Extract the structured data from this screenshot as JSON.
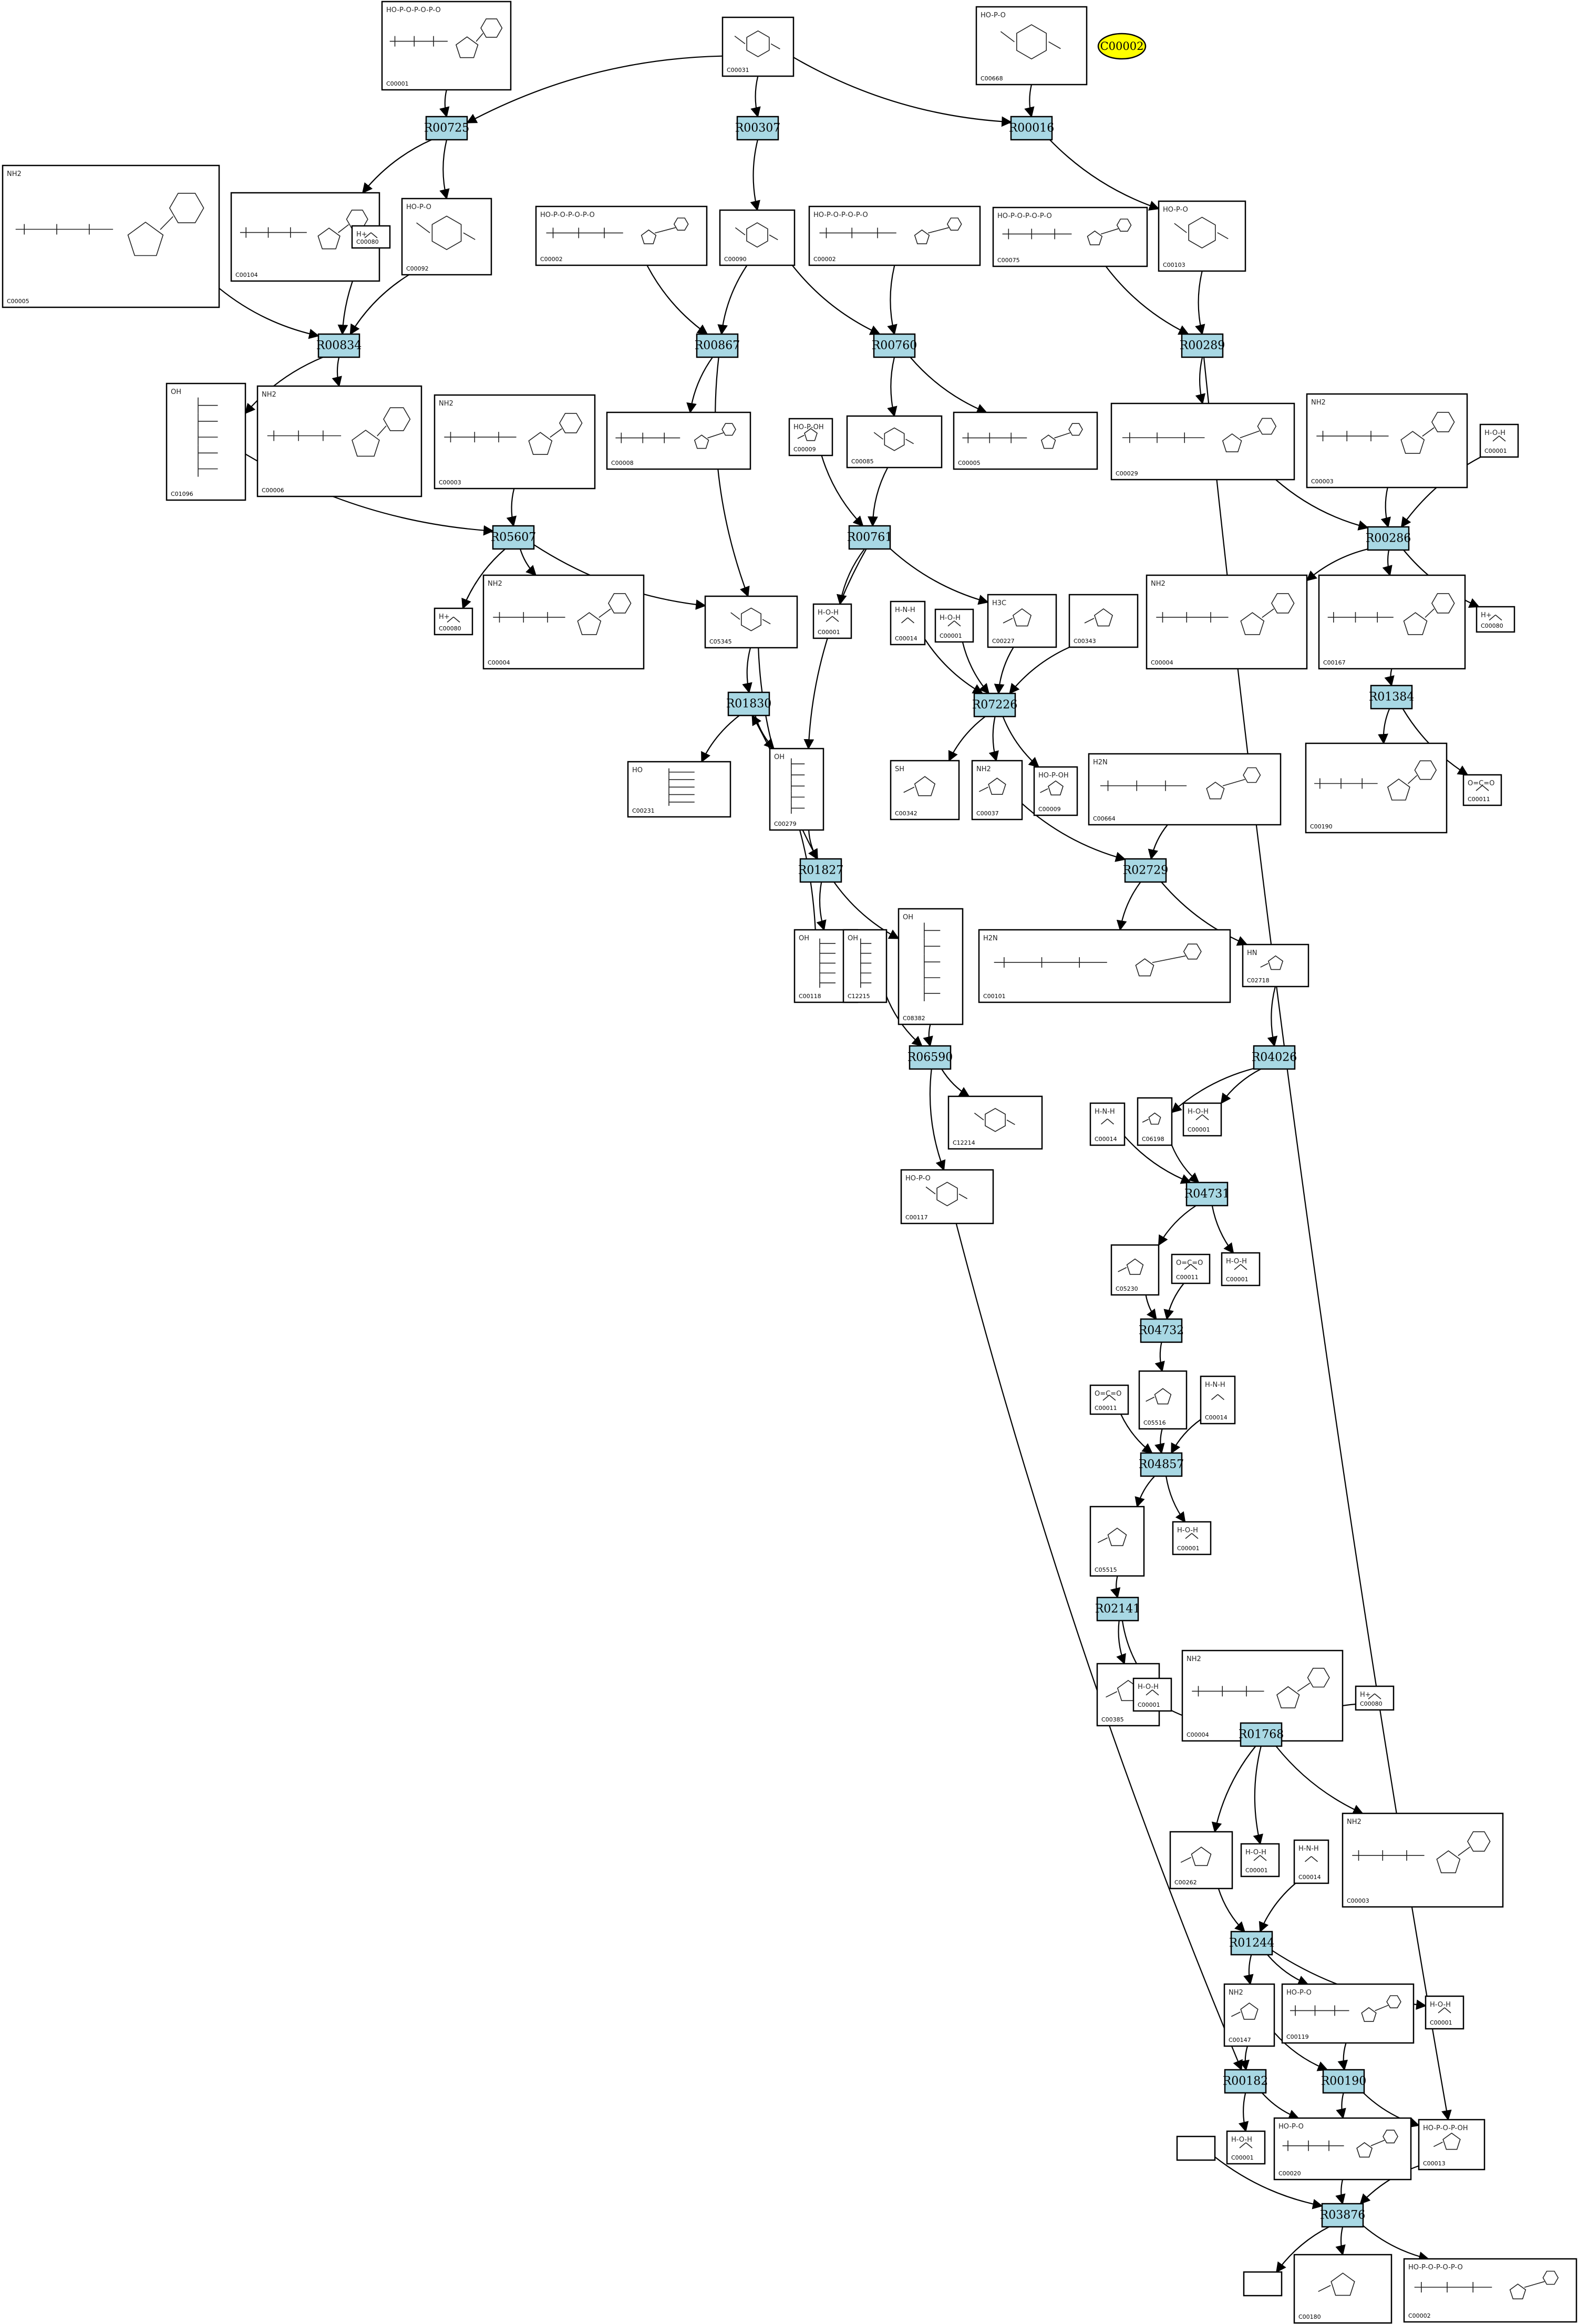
{
  "highlight": {
    "label": "C00002"
  },
  "reactions": [
    {
      "id": "R00725"
    },
    {
      "id": "R00307"
    },
    {
      "id": "R00016"
    },
    {
      "id": "R00834"
    },
    {
      "id": "R00867"
    },
    {
      "id": "R00760"
    },
    {
      "id": "R00289"
    },
    {
      "id": "R05607"
    },
    {
      "id": "R00761"
    },
    {
      "id": "R00286"
    },
    {
      "id": "R01830"
    },
    {
      "id": "R07226"
    },
    {
      "id": "R01384"
    },
    {
      "id": "R01827"
    },
    {
      "id": "R02729"
    },
    {
      "id": "R06590"
    },
    {
      "id": "R04026"
    },
    {
      "id": "R04731"
    },
    {
      "id": "R04732"
    },
    {
      "id": "R04857"
    },
    {
      "id": "R02141"
    },
    {
      "id": "R01768"
    },
    {
      "id": "R01244"
    },
    {
      "id": "R00182"
    },
    {
      "id": "R00190"
    },
    {
      "id": "R03876"
    }
  ],
  "compounds": [
    {
      "id": "C00001a",
      "label": "C00001",
      "mol": "HO-P-O-P-O-P-O",
      "kind": "nuc"
    },
    {
      "id": "C00031",
      "label": "C00031",
      "mol": "",
      "kind": "sugar"
    },
    {
      "id": "C00668",
      "label": "C00668",
      "mol": "HO-P-O",
      "kind": "sugar"
    },
    {
      "id": "C00005",
      "label": "C00005",
      "mol": "NH2",
      "kind": "big"
    },
    {
      "id": "C00104",
      "label": "C00104",
      "mol": "",
      "kind": "nuc"
    },
    {
      "id": "C00080a",
      "label": "C00080",
      "mol": "H+",
      "kind": "tiny"
    },
    {
      "id": "C00092",
      "label": "C00092",
      "mol": "HO-P-O",
      "kind": "sugar"
    },
    {
      "id": "C00002a",
      "label": "C00002",
      "mol": "HO-P-O-P-O-P-O",
      "kind": "nuc"
    },
    {
      "id": "C00090",
      "label": "C00090",
      "mol": "",
      "kind": "sugar"
    },
    {
      "id": "C00002b",
      "label": "C00002",
      "mol": "HO-P-O-P-O-P-O",
      "kind": "nuc"
    },
    {
      "id": "C00075",
      "label": "C00075",
      "mol": "HO-P-O-P-O-P-O",
      "kind": "nuc"
    },
    {
      "id": "C00103",
      "label": "C00103",
      "mol": "HO-P-O",
      "kind": "sugar"
    },
    {
      "id": "C01096",
      "label": "C01096",
      "mol": "OH",
      "kind": "chain"
    },
    {
      "id": "C00006",
      "label": "C00006",
      "mol": "NH2",
      "kind": "nuc"
    },
    {
      "id": "C00003a",
      "label": "C00003",
      "mol": "NH2",
      "kind": "nuc"
    },
    {
      "id": "C00008",
      "label": "C00008",
      "mol": "",
      "kind": "nuc"
    },
    {
      "id": "C00009a",
      "label": "C00009",
      "mol": "HO-P-OH",
      "kind": "small"
    },
    {
      "id": "C00085",
      "label": "C00085",
      "mol": "",
      "kind": "sugar"
    },
    {
      "id": "C00005b",
      "label": "C00005",
      "mol": "",
      "kind": "nuc"
    },
    {
      "id": "C00029",
      "label": "C00029",
      "mol": "",
      "kind": "nuc"
    },
    {
      "id": "C00003b",
      "label": "C00003",
      "mol": "NH2",
      "kind": "nuc"
    },
    {
      "id": "C00001b",
      "label": "C00001",
      "mol": "H-O-H",
      "kind": "tiny"
    },
    {
      "id": "C00080b",
      "label": "C00080",
      "mol": "H+",
      "kind": "tiny"
    },
    {
      "id": "C00004a",
      "label": "C00004",
      "mol": "NH2",
      "kind": "nuc"
    },
    {
      "id": "C05345",
      "label": "C05345",
      "mol": "",
      "kind": "sugar"
    },
    {
      "id": "C00001c",
      "label": "C00001",
      "mol": "H-O-H",
      "kind": "tiny"
    },
    {
      "id": "C00014a",
      "label": "C00014",
      "mol": "H-N-H",
      "kind": "tiny"
    },
    {
      "id": "C00001d",
      "label": "C00001",
      "mol": "H-O-H",
      "kind": "tiny"
    },
    {
      "id": "C00227",
      "label": "C00227",
      "mol": "H3C",
      "kind": "small"
    },
    {
      "id": "C00343",
      "label": "C00343",
      "mol": "",
      "kind": "small"
    },
    {
      "id": "C00004b",
      "label": "C00004",
      "mol": "NH2",
      "kind": "nuc"
    },
    {
      "id": "C00167",
      "label": "C00167",
      "mol": "",
      "kind": "nuc"
    },
    {
      "id": "C00080c",
      "label": "C00080",
      "mol": "H+",
      "kind": "tiny"
    },
    {
      "id": "C00231",
      "label": "C00231",
      "mol": "HO",
      "kind": "chain"
    },
    {
      "id": "C00279",
      "label": "C00279",
      "mol": "OH",
      "kind": "chain"
    },
    {
      "id": "C00342",
      "label": "C00342",
      "mol": "SH",
      "kind": "small"
    },
    {
      "id": "C00037",
      "label": "C00037",
      "mol": "NH2",
      "kind": "small"
    },
    {
      "id": "C00009b",
      "label": "C00009",
      "mol": "HO-P-OH",
      "kind": "small"
    },
    {
      "id": "C00664",
      "label": "C00664",
      "mol": "H2N",
      "kind": "big"
    },
    {
      "id": "C00190",
      "label": "C00190",
      "mol": "",
      "kind": "nuc"
    },
    {
      "id": "C00011a",
      "label": "C00011",
      "mol": "O=C=O",
      "kind": "tiny"
    },
    {
      "id": "C00118",
      "label": "C00118",
      "mol": "OH",
      "kind": "chain"
    },
    {
      "id": "C12215",
      "label": "C12215",
      "mol": "OH",
      "kind": "chain"
    },
    {
      "id": "C08382",
      "label": "C08382",
      "mol": "OH",
      "kind": "chain"
    },
    {
      "id": "C00101",
      "label": "C00101",
      "mol": "H2N",
      "kind": "big"
    },
    {
      "id": "C02718",
      "label": "C02718",
      "mol": "HN",
      "kind": "small"
    },
    {
      "id": "C12214",
      "label": "C12214",
      "mol": "",
      "kind": "sugar"
    },
    {
      "id": "C00117",
      "label": "C00117",
      "mol": "HO-P-O",
      "kind": "sugar"
    },
    {
      "id": "C00014b",
      "label": "C00014",
      "mol": "H-N-H",
      "kind": "tiny"
    },
    {
      "id": "C06198",
      "label": "C06198",
      "mol": "",
      "kind": "small"
    },
    {
      "id": "C00001e",
      "label": "C00001",
      "mol": "H-O-H",
      "kind": "tiny"
    },
    {
      "id": "C05230",
      "label": "C05230",
      "mol": "",
      "kind": "small"
    },
    {
      "id": "C00011b",
      "label": "C00011",
      "mol": "O=C=O",
      "kind": "tiny"
    },
    {
      "id": "C00001f",
      "label": "C00001",
      "mol": "H-O-H",
      "kind": "tiny"
    },
    {
      "id": "C00011c",
      "label": "C00011",
      "mol": "O=C=O",
      "kind": "tiny"
    },
    {
      "id": "C05516",
      "label": "C05516",
      "mol": "",
      "kind": "small"
    },
    {
      "id": "C00014c",
      "label": "C00014",
      "mol": "H-N-H",
      "kind": "tiny"
    },
    {
      "id": "C00001g",
      "label": "C00001",
      "mol": "H-O-H",
      "kind": "tiny"
    },
    {
      "id": "C05515",
      "label": "C05515",
      "mol": "",
      "kind": "small"
    },
    {
      "id": "C00385",
      "label": "C00385",
      "mol": "",
      "kind": "small"
    },
    {
      "id": "C00001h",
      "label": "C00001",
      "mol": "H-O-H",
      "kind": "tiny"
    },
    {
      "id": "C00004c",
      "label": "C00004",
      "mol": "NH2",
      "kind": "nuc"
    },
    {
      "id": "C00080d",
      "label": "C00080",
      "mol": "H+",
      "kind": "tiny"
    },
    {
      "id": "C00262",
      "label": "C00262",
      "mol": "",
      "kind": "small"
    },
    {
      "id": "C00001i",
      "label": "C00001",
      "mol": "H-O-H",
      "kind": "tiny"
    },
    {
      "id": "C00014d",
      "label": "C00014",
      "mol": "H-N-H",
      "kind": "tiny"
    },
    {
      "id": "C00003c",
      "label": "C00003",
      "mol": "NH2",
      "kind": "nuc"
    },
    {
      "id": "C00147",
      "label": "C00147",
      "mol": "NH2",
      "kind": "small"
    },
    {
      "id": "C00119",
      "label": "C00119",
      "mol": "HO-P-O",
      "kind": "nuc"
    },
    {
      "id": "C00001j",
      "label": "C00001",
      "mol": "H-O-H",
      "kind": "tiny"
    },
    {
      "id": "C00001k",
      "label": "C00001",
      "mol": "H-O-H",
      "kind": "tiny"
    },
    {
      "id": "C00020",
      "label": "C00020",
      "mol": "HO-P-O",
      "kind": "nuc"
    },
    {
      "id": "C00013",
      "label": "C00013",
      "mol": "HO-P-O-P-OH",
      "kind": "small"
    },
    {
      "id": "CEMPTY1",
      "label": "",
      "mol": "",
      "kind": "empty"
    },
    {
      "id": "CEMPTY2",
      "label": "",
      "mol": "",
      "kind": "empty"
    },
    {
      "id": "C00180",
      "label": "C00180",
      "mol": "",
      "kind": "small"
    },
    {
      "id": "C00002c",
      "label": "C00002",
      "mol": "HO-P-O-P-O-P-O",
      "kind": "nuc"
    }
  ],
  "edges": [
    [
      "C00031",
      "R00725"
    ],
    [
      "C00031",
      "R00307"
    ],
    [
      "C00031",
      "R00016"
    ],
    [
      "C00001a",
      "R00725"
    ],
    [
      "C00668",
      "R00016"
    ],
    [
      "R00725",
      "C00104"
    ],
    [
      "R00725",
      "C00092"
    ],
    [
      "R00016",
      "C00103"
    ],
    [
      "R00307",
      "C00090"
    ],
    [
      "C00005",
      "R00834"
    ],
    [
      "C00080a",
      "R00834"
    ],
    [
      "C00092",
      "R00834"
    ],
    [
      "C00002a",
      "R00867"
    ],
    [
      "C00090",
      "R00867"
    ],
    [
      "C00090",
      "R00760"
    ],
    [
      "C00002b",
      "R00760"
    ],
    [
      "C00075",
      "R00289"
    ],
    [
      "C00103",
      "R00289"
    ],
    [
      "R00834",
      "C01096"
    ],
    [
      "R00834",
      "C00006"
    ],
    [
      "R00867",
      "C00008"
    ],
    [
      "R00867",
      "C05345"
    ],
    [
      "R00760",
      "C00085"
    ],
    [
      "R00760",
      "C00005b"
    ],
    [
      "R00289",
      "C00029"
    ],
    [
      "R00289",
      "C00013"
    ],
    [
      "C01096",
      "R05607"
    ],
    [
      "C00003a",
      "R05607"
    ],
    [
      "R05607",
      "C00080b"
    ],
    [
      "R05607",
      "C00004a"
    ],
    [
      "R05607",
      "C05345"
    ],
    [
      "C00009a",
      "R00761"
    ],
    [
      "C00085",
      "R00761"
    ],
    [
      "R00761",
      "C00001c"
    ],
    [
      "R00761",
      "C00227"
    ],
    [
      "R00761",
      "C00279"
    ],
    [
      "C00029",
      "R00286"
    ],
    [
      "C00003b",
      "R00286"
    ],
    [
      "C00001b",
      "R00286"
    ],
    [
      "R00286",
      "C00004b"
    ],
    [
      "R00286",
      "C00167"
    ],
    [
      "R00286",
      "C00080c"
    ],
    [
      "C05345",
      "R01830"
    ],
    [
      "R01830",
      "C00231"
    ],
    [
      "R01830",
      "C00279"
    ],
    [
      "C00014a",
      "R07226"
    ],
    [
      "C00001d",
      "R07226"
    ],
    [
      "C00227",
      "R07226"
    ],
    [
      "C00343",
      "R07226"
    ],
    [
      "R07226",
      "C00342"
    ],
    [
      "R07226",
      "C00037"
    ],
    [
      "R07226",
      "C00009b"
    ],
    [
      "C00167",
      "R01384"
    ],
    [
      "R01384",
      "C00190"
    ],
    [
      "R01384",
      "C00011a"
    ],
    [
      "C00279",
      "R01827"
    ],
    [
      "C05345",
      "R01827"
    ],
    [
      "R01827",
      "C00118"
    ],
    [
      "R01827",
      "C08382"
    ],
    [
      "C00118",
      "R01830"
    ],
    [
      "C00037",
      "R02729"
    ],
    [
      "C00664",
      "R02729"
    ],
    [
      "R02729",
      "C00101"
    ],
    [
      "R02729",
      "C02718"
    ],
    [
      "C12215",
      "R06590"
    ],
    [
      "C08382",
      "R06590"
    ],
    [
      "R06590",
      "C12214"
    ],
    [
      "R06590",
      "C00117"
    ],
    [
      "C02718",
      "R04026"
    ],
    [
      "R04026",
      "C06198"
    ],
    [
      "R04026",
      "C00001e"
    ],
    [
      "C00014b",
      "R04731"
    ],
    [
      "C06198",
      "R04731"
    ],
    [
      "R04731",
      "C05230"
    ],
    [
      "R04731",
      "C00001f"
    ],
    [
      "C05230",
      "R04732"
    ],
    [
      "C00011b",
      "R04732"
    ],
    [
      "R04732",
      "C05516"
    ],
    [
      "C00011c",
      "R04857"
    ],
    [
      "C05516",
      "R04857"
    ],
    [
      "C00014c",
      "R04857"
    ],
    [
      "R04857",
      "C05515"
    ],
    [
      "R04857",
      "C00001g"
    ],
    [
      "C05515",
      "R02141"
    ],
    [
      "R02141",
      "C00385"
    ],
    [
      "R02141",
      "C00001h"
    ],
    [
      "C00385",
      "R01768"
    ],
    [
      "C00004c",
      "R01768"
    ],
    [
      "C00080d",
      "R01768"
    ],
    [
      "R01768",
      "C00262"
    ],
    [
      "R01768",
      "C00001i"
    ],
    [
      "R01768",
      "C00003c"
    ],
    [
      "C00262",
      "R01244"
    ],
    [
      "C00014d",
      "R01244"
    ],
    [
      "R01244",
      "C00147"
    ],
    [
      "R01244",
      "C00001j"
    ],
    [
      "R01244",
      "C00119"
    ],
    [
      "C00147",
      "R00182"
    ],
    [
      "C00117",
      "R00182"
    ],
    [
      "C00147",
      "R00190"
    ],
    [
      "C00119",
      "R00190"
    ],
    [
      "R00182",
      "C00001k"
    ],
    [
      "R00182",
      "C00020"
    ],
    [
      "R00190",
      "C00020"
    ],
    [
      "R00190",
      "C00013"
    ],
    [
      "C00020",
      "R03876"
    ],
    [
      "C00013",
      "R03876"
    ],
    [
      "CEMPTY1",
      "R03876"
    ],
    [
      "R03876",
      "CEMPTY2"
    ],
    [
      "R03876",
      "C00180"
    ],
    [
      "R03876",
      "C00002c"
    ]
  ]
}
